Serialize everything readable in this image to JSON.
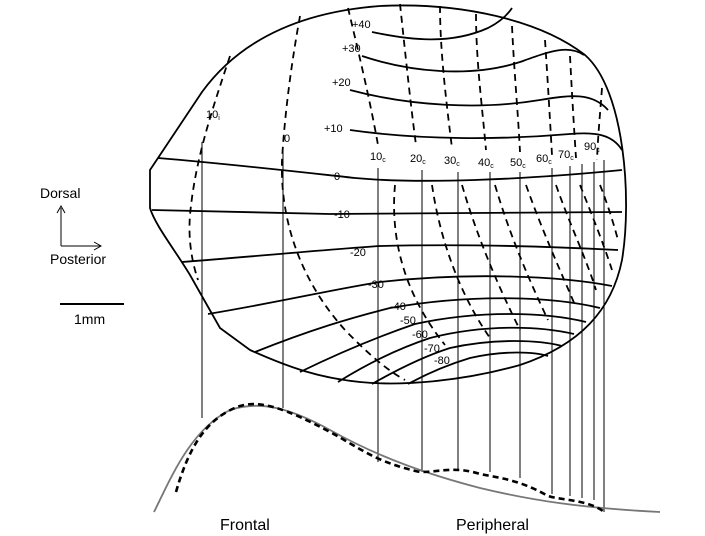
{
  "elevation_labels": [
    "+40",
    "+30",
    "+20",
    "+10",
    "0",
    "-10",
    "-20",
    "-30",
    "-40",
    "-50",
    "-60",
    "-70",
    "-80"
  ],
  "azimuth_labels": [
    "10",
    "0",
    "10",
    "20",
    "30",
    "40",
    "50",
    "60",
    "70",
    "90"
  ],
  "azimuth_subscripts": [
    "i",
    "",
    "c",
    "c",
    "c",
    "c",
    "c",
    "c",
    "c",
    "c"
  ],
  "orientation": {
    "dorsal": "Dorsal",
    "posterior": "Posterior"
  },
  "scale_bar": {
    "label": "1mm"
  },
  "profile_labels": {
    "frontal": "Frontal",
    "peripheral": "Peripheral"
  }
}
